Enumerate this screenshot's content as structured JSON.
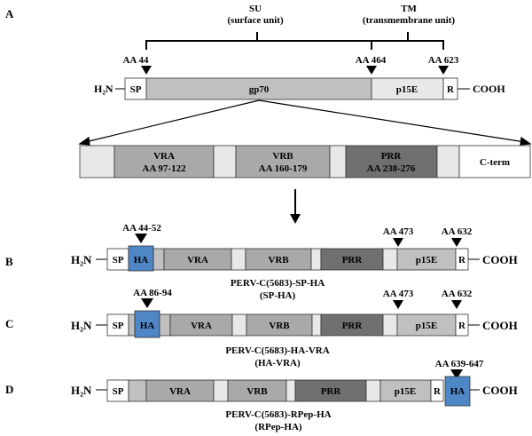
{
  "colors": {
    "white": "#ffffff",
    "light": "#e8e8e8",
    "gp70": "#c0c0c0",
    "vr": "#a9a9a9",
    "prr": "#707070",
    "tag": "#4f86c6"
  },
  "panel_a": {
    "letter": "A",
    "su_title": "SU",
    "su_sub": "(surface unit)",
    "tm_title": "TM",
    "tm_sub": "(transmembrane unit)",
    "markers": [
      "AA 44",
      "AA 464",
      "AA 623"
    ],
    "n_term": "H₂N",
    "c_term": "COOH",
    "segments": [
      "SP",
      "gp70",
      "p15E",
      "R"
    ],
    "zoom_segments": [
      "VRA",
      "AA 97-122",
      "VRB",
      "AA 160-179",
      "PRR",
      "AA 238-276",
      "C-term"
    ]
  },
  "panel_b": {
    "letter": "B",
    "markers": [
      "AA 44-52",
      "AA 473",
      "AA 632"
    ],
    "segments": [
      "SP",
      "HA",
      "VRA",
      "VRB",
      "PRR",
      "p15E",
      "R"
    ],
    "caption": [
      "PERV-C(5683)-SP-HA",
      "(SP-HA)"
    ]
  },
  "panel_c": {
    "letter": "C",
    "markers": [
      "AA 86-94",
      "AA 473",
      "AA 632"
    ],
    "segments": [
      "SP",
      "HA",
      "VRA",
      "VRB",
      "PRR",
      "p15E",
      "R"
    ],
    "caption": [
      "PERV-C(5683)-HA-VRA",
      "(HA-VRA)"
    ]
  },
  "panel_d": {
    "letter": "D",
    "markers": [
      "AA 639-647"
    ],
    "segments": [
      "SP",
      "VRA",
      "VRB",
      "PRR",
      "p15E",
      "R",
      "HA"
    ],
    "caption": [
      "PERV-C(5683)-RPep-HA",
      "(RPep-HA)"
    ]
  },
  "h2n_label": "H₂N",
  "cooh_label": "COOH"
}
